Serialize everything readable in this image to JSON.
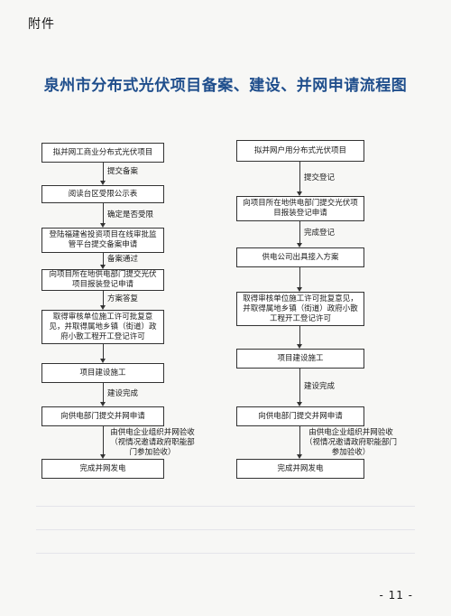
{
  "header": {
    "attachment": "附件"
  },
  "title": "泉州市分布式光伏项目备案、建设、并网申请流程图",
  "left_flow": {
    "boxes": [
      "拟并网工商业分布式光伏项目",
      "阅读台区受限公示表",
      "登陆福建省投资项目在线审批监管平台提交备案申请",
      "向项目所在地供电部门提交光伏项目报装登记申请",
      "取得审核单位施工许可批复意见，并取得属地乡镇（街道）政府小散工程开工登记许可",
      "项目建设施工",
      "向供电部门提交并网申请",
      "完成并网发电"
    ],
    "labels": [
      "提交备案",
      "确定是否受限",
      "备案通过",
      "方案答复",
      "",
      "建设完成",
      "由供电企业组织并网验收（视情况邀请政府职能部门参加验收）"
    ]
  },
  "right_flow": {
    "boxes": [
      "拟并网户用分布式光伏项目",
      "向项目所在地供电部门提交光伏项目报装登记申请",
      "供电公司出具接入方案",
      "取得审核单位施工许可批复意见，并取得属地乡镇（街道）政府小散工程开工登记许可",
      "项目建设施工",
      "向供电部门提交并网申请",
      "完成并网发电"
    ],
    "labels": [
      "提交登记",
      "完成登记",
      "",
      "",
      "建设完成",
      "由供电企业组织并网验收（视情况邀请政府职能部门参加验收）"
    ]
  },
  "footer": {
    "page_number": "- 11 -"
  }
}
